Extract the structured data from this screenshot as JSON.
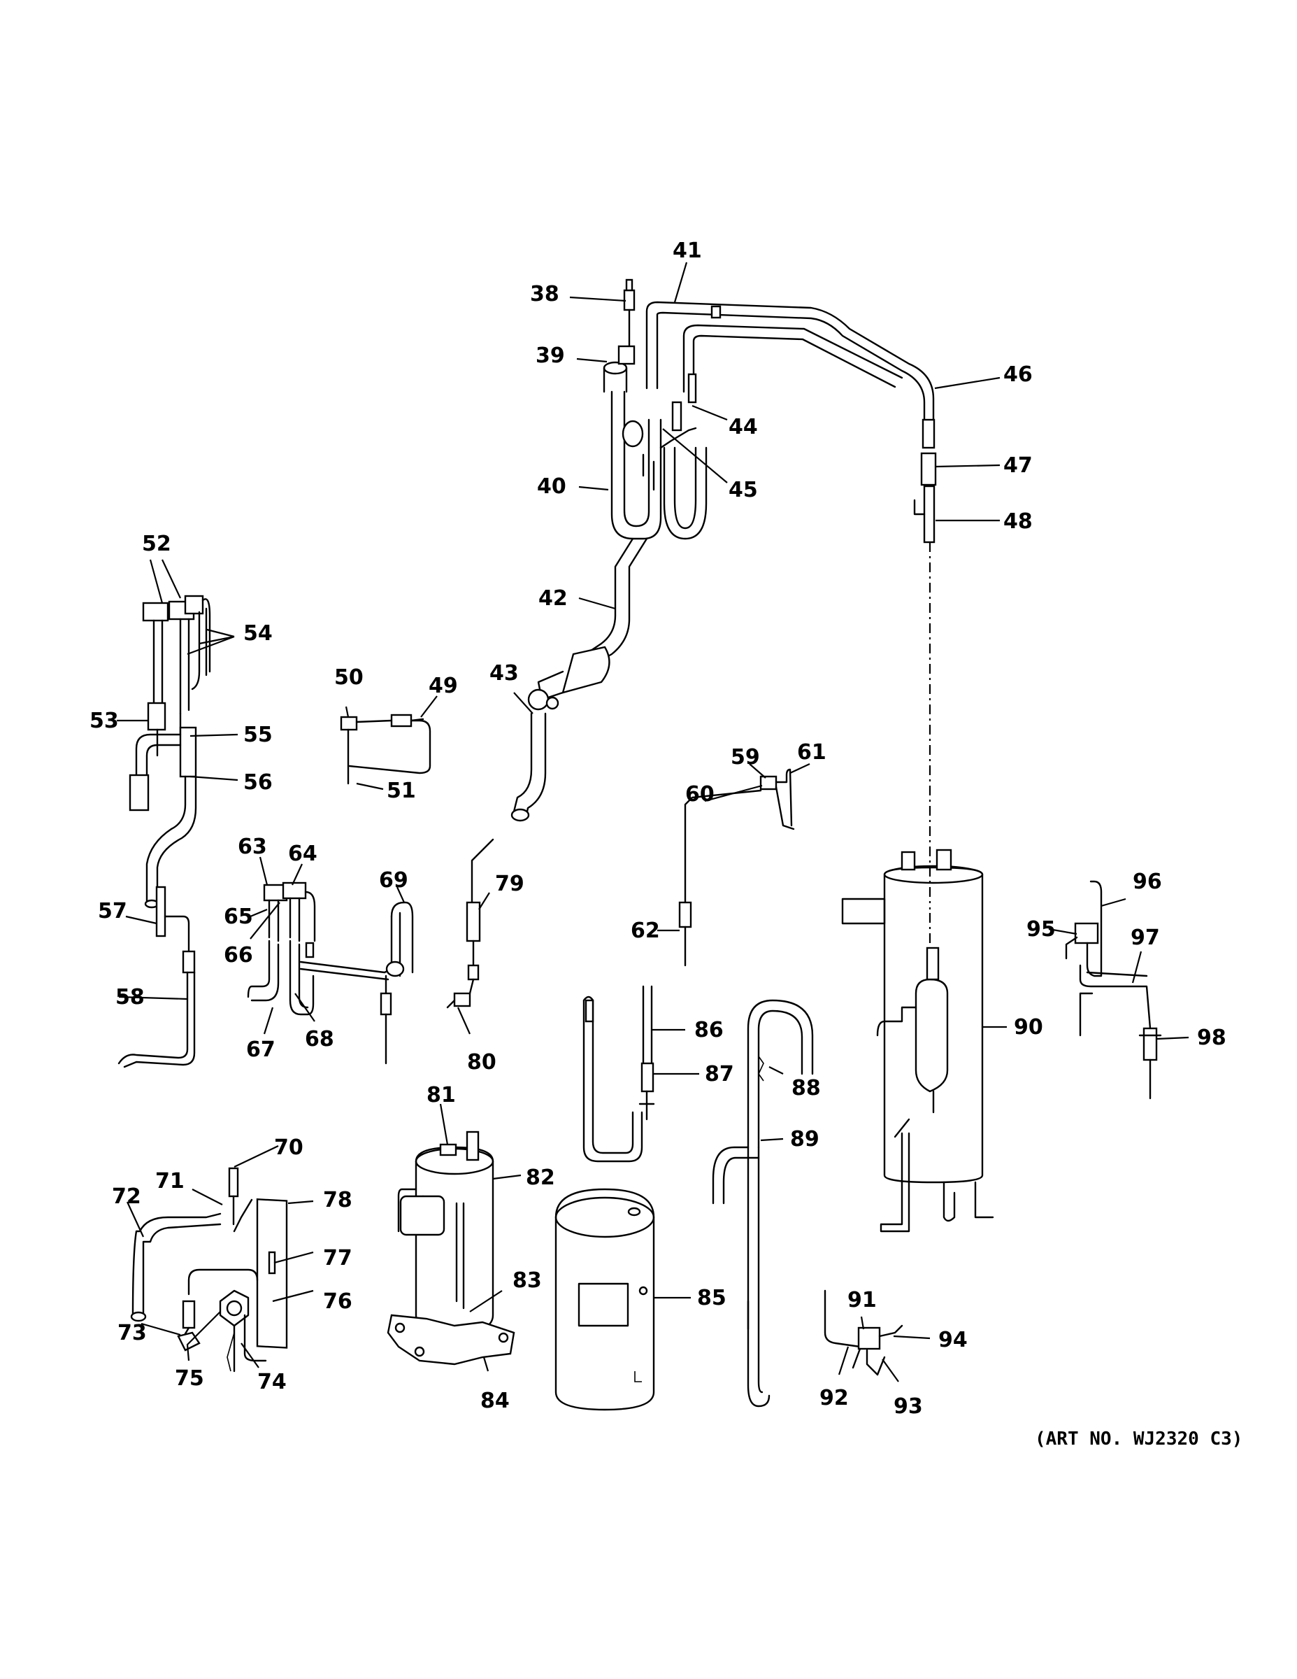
{
  "art_number": "(ART NO. WJ2320 C3)",
  "callouts": [
    "38",
    "39",
    "40",
    "41",
    "42",
    "43",
    "44",
    "45",
    "46",
    "47",
    "48",
    "49",
    "50",
    "51",
    "52",
    "53",
    "54",
    "55",
    "56",
    "57",
    "58",
    "59",
    "60",
    "61",
    "62",
    "63",
    "64",
    "65",
    "66",
    "67",
    "68",
    "69",
    "70",
    "71",
    "72",
    "73",
    "74",
    "75",
    "76",
    "77",
    "78",
    "79",
    "80",
    "81",
    "82",
    "83",
    "84",
    "85",
    "86",
    "87",
    "88",
    "89",
    "90",
    "91",
    "92",
    "93",
    "94",
    "95",
    "96",
    "97",
    "98"
  ]
}
